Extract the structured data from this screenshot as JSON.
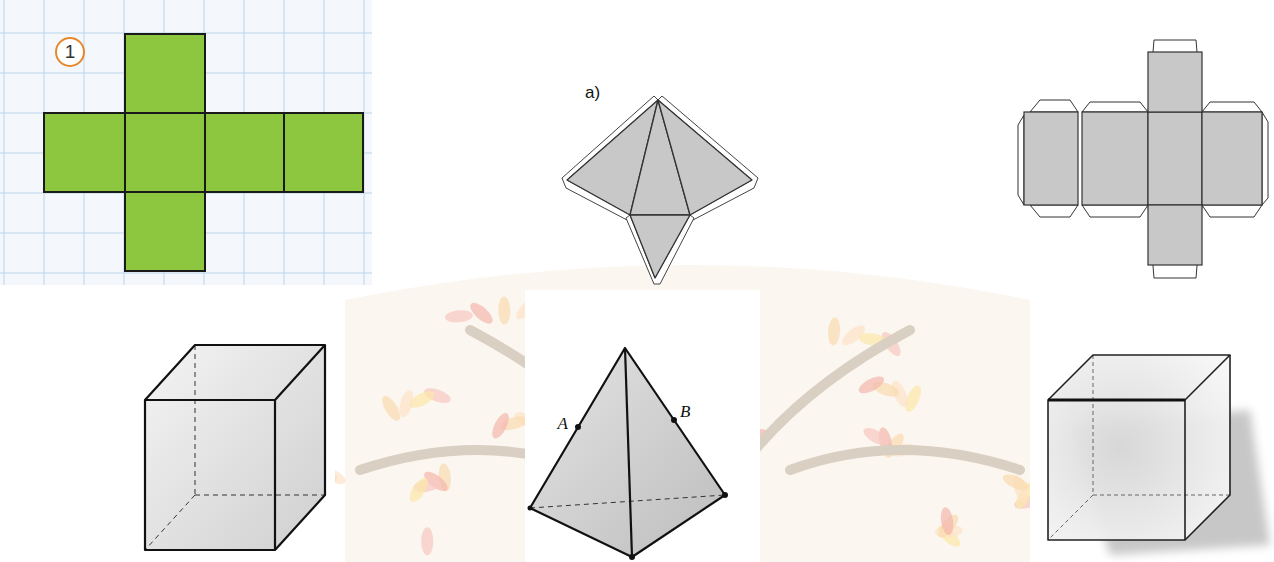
{
  "diagram": {
    "nodes": [
      {
        "text": [
          "1"
        ]
      }
    ],
    "labels": [
      "a)",
      "A",
      "B"
    ]
  }
}
